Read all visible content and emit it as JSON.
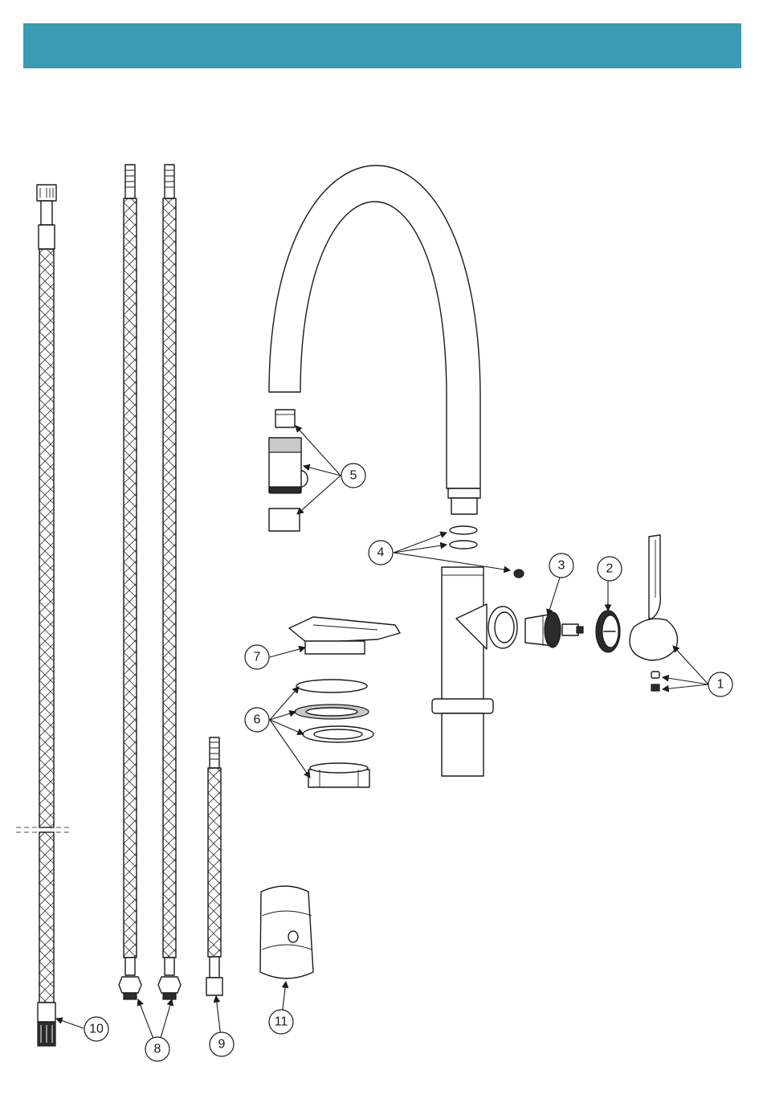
{
  "header": {
    "color": "#3a9bb2"
  },
  "callouts": [
    {
      "id": "1",
      "label": "1"
    },
    {
      "id": "2",
      "label": "2"
    },
    {
      "id": "3",
      "label": "3"
    },
    {
      "id": "4",
      "label": "4"
    },
    {
      "id": "5",
      "label": "5"
    },
    {
      "id": "6",
      "label": "6"
    },
    {
      "id": "7",
      "label": "7"
    },
    {
      "id": "8",
      "label": "8"
    },
    {
      "id": "9",
      "label": "9"
    },
    {
      "id": "10",
      "label": "10"
    },
    {
      "id": "11",
      "label": "11"
    }
  ]
}
